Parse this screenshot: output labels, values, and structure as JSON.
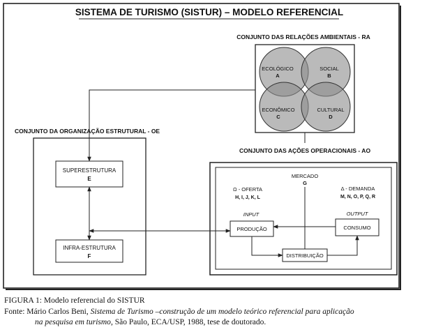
{
  "title": "SISTEMA DE TURISMO (SISTUR) – MODELO REFERENCIAL",
  "ra": {
    "label": "CONJUNTO DAS RELAÇÕES AMBIENTAIS - RA",
    "circles": [
      {
        "name": "ECOLÓGICO",
        "letter": "A"
      },
      {
        "name": "SOCIAL",
        "letter": "B"
      },
      {
        "name": "ECONÔMICO",
        "letter": "C"
      },
      {
        "name": "CULTURAL",
        "letter": "D"
      }
    ]
  },
  "oe": {
    "label": "CONJUNTO DA ORGANIZAÇÃO ESTRUTURAL - OE",
    "superestrutura": {
      "name": "SUPERESTRUTURA",
      "letter": "E"
    },
    "infraestrutura": {
      "name": "INFRA-ESTRUTURA",
      "letter": "F"
    }
  },
  "ao": {
    "label": "CONJUNTO DAS AÇÕES OPERACIONAIS - AO",
    "mercado": {
      "name": "MERCADO",
      "letter": "G"
    },
    "oferta": {
      "name": "Ω - OFERTA",
      "letters": "H, I, J, K, L"
    },
    "demanda": {
      "name": "Δ - DEMANDA",
      "letters": "M, N, O, P, Q, R"
    },
    "input": "INPUT",
    "output": "OUTPUT",
    "producao": "PRODUÇÃO",
    "consumo": "CONSUMO",
    "distribuicao": "DISTRIBUIÇÃO"
  },
  "caption": {
    "figure": "FIGURA 1: Modelo referencial do SISTUR",
    "source_prefix": "Fonte: Mário Carlos Beni, ",
    "source_italic": "Sistema de Turismo –construção de um modelo teórico referencial para aplicação",
    "source_line2_italic": "na pesquisa em turismo",
    "source_line2_rest": ", São Paulo, ECA/USP, 1988, tese de doutorado."
  }
}
